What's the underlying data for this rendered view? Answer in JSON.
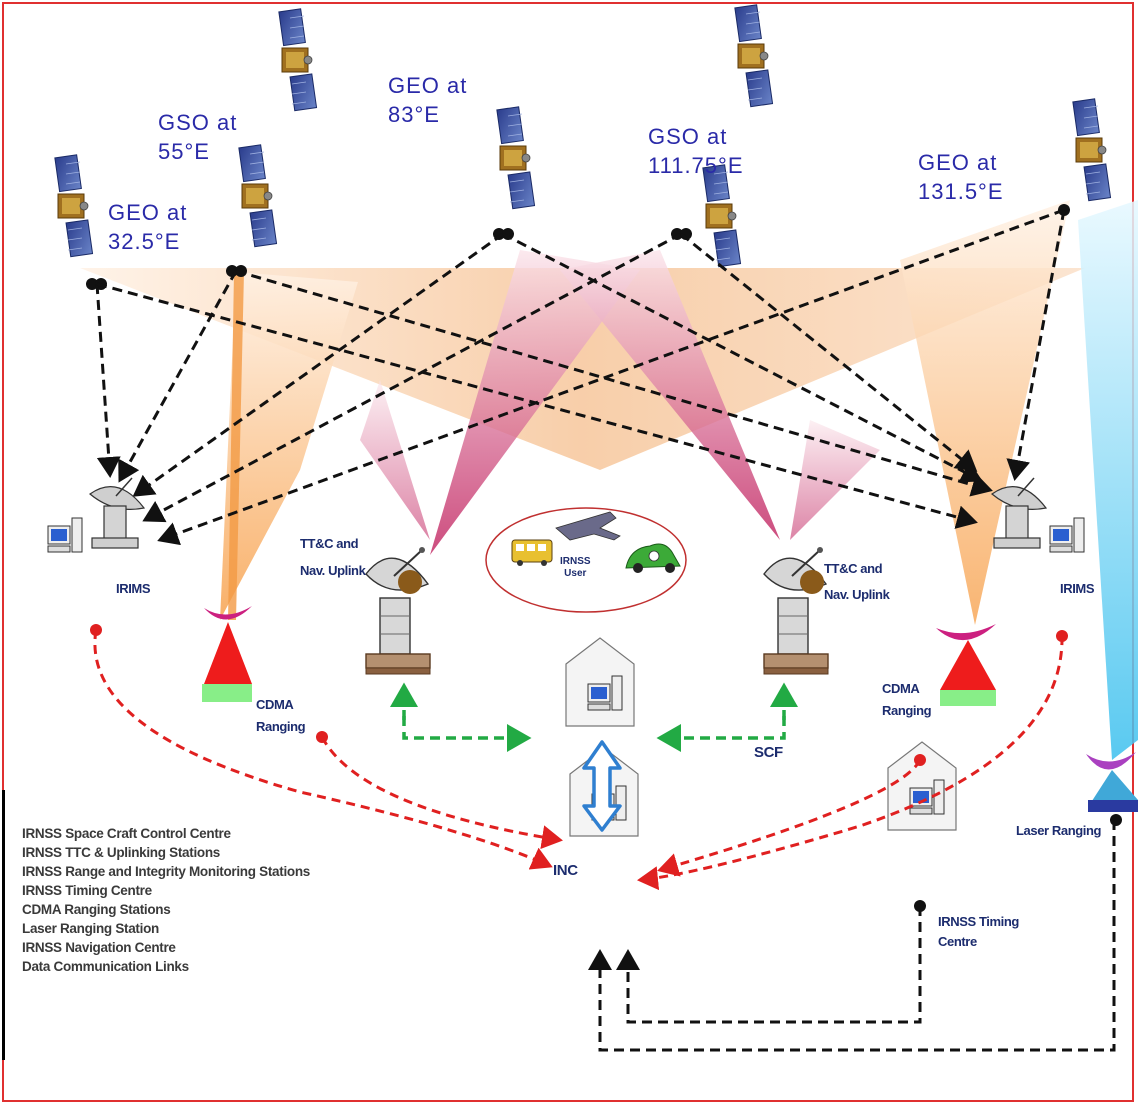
{
  "satellites": [
    {
      "label": "GEO at\n32.5°E"
    },
    {
      "label": "GSO at\n55°E"
    },
    {
      "label": "GEO at\n83°E"
    },
    {
      "label": "GSO at\n111.75°E"
    },
    {
      "label": "GEO at\n131.5°E"
    }
  ],
  "stations": {
    "irims_left": "IRIMS",
    "irims_right": "IRIMS",
    "ttc_left": "TT&C and\nNav. Uplink",
    "ttc_right": "TT&C and\nNav. Uplink",
    "cdma_left": "CDMA\nRanging",
    "cdma_right": "CDMA\nRanging",
    "scf": "SCF",
    "inc": "INC",
    "timing": "IRNSS Timing\nCentre",
    "laser": "Laser Ranging",
    "user": "IRNSS\nUser"
  },
  "legend": [
    "IRNSS Space Craft Control Centre",
    "IRNSS TTC & Uplinking Stations",
    "IRNSS Range and Integrity Monitoring Stations",
    "IRNSS Timing Centre",
    "CDMA Ranging Stations",
    "Laser Ranging Station",
    "IRNSS Navigation Centre",
    "Data Communication Links"
  ],
  "colors": {
    "frame": "#e03030",
    "satellite_text": "#2a2aa8",
    "sat_link": "#111111",
    "ranging_link": "#e02020",
    "uplink_link": "#22aa44",
    "scf_inc_link": "#2f7fd0",
    "beam_orange": "#f5a050",
    "beam_magenta": "#c02070",
    "beam_cyan": "#50c8f0"
  }
}
